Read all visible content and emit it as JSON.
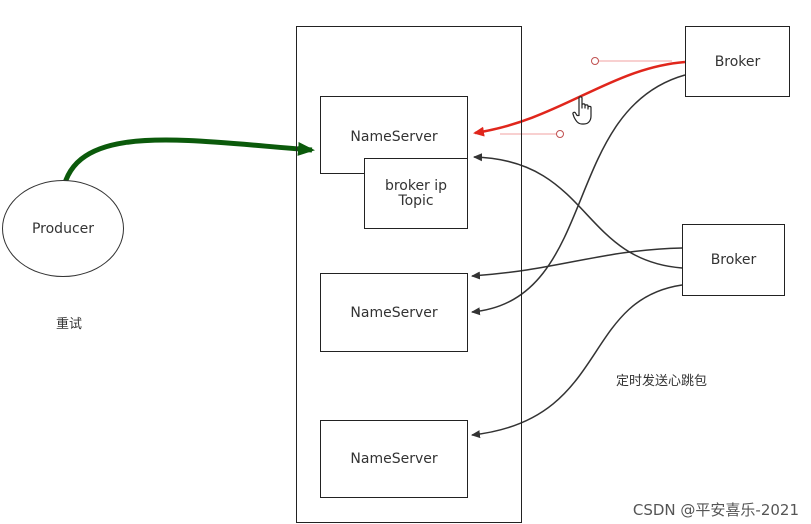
{
  "producer": {
    "label": "Producer"
  },
  "nameservers": [
    {
      "label": "NameServer"
    },
    {
      "label": "NameServer"
    },
    {
      "label": "NameServer"
    }
  ],
  "info_box": {
    "line1": "broker ip",
    "line2": "Topic"
  },
  "brokers": [
    {
      "label": "Broker"
    },
    {
      "label": "Broker"
    }
  ],
  "labels": {
    "retry": "重试",
    "heartbeat": "定时发送心跳包"
  },
  "watermark": "CSDN @平安喜乐-2021",
  "colors": {
    "producer_arrow": "#0b5a0b",
    "highlight_arrow": "#e0261c",
    "connector": "#333333"
  },
  "icons": {
    "cursor": "hand-pointer-icon"
  }
}
